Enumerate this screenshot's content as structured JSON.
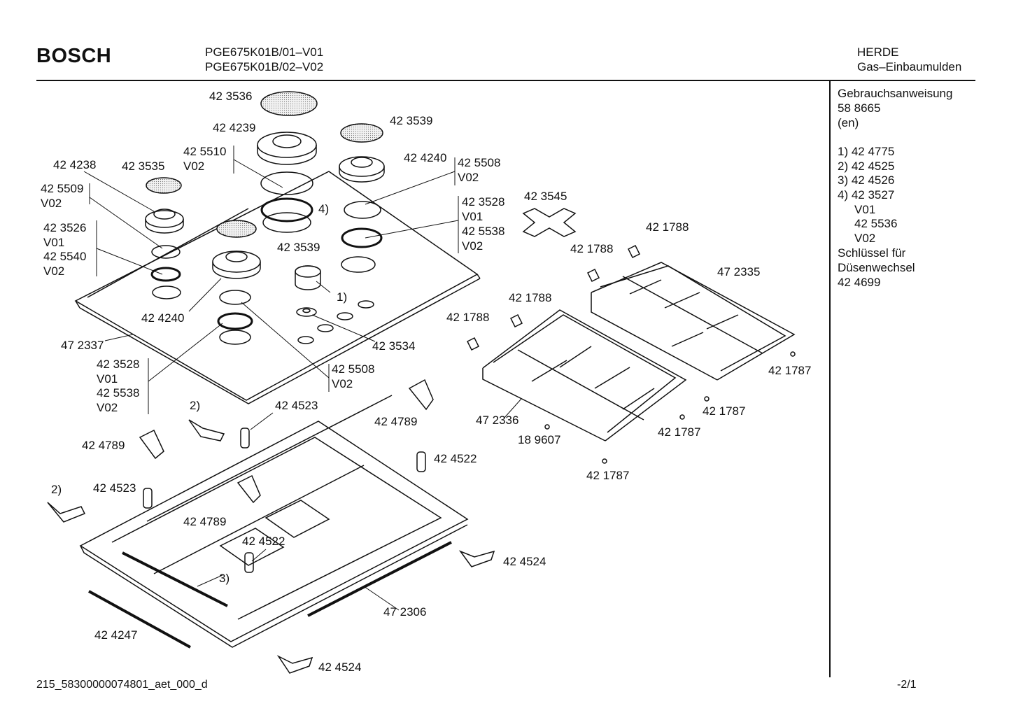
{
  "header": {
    "brand": "BOSCH",
    "models": [
      "PGE675K01B/01–V01",
      "PGE675K01B/02–V02"
    ],
    "category": [
      "HERDE",
      "Gas–Einbaumulden"
    ]
  },
  "side_panel": {
    "manual_lines": [
      "Gebrauchsanweisung",
      "58 8665",
      "(en)"
    ],
    "notes": [
      "1) 42 4775",
      "2) 42 4525",
      "3) 42 4526",
      "4) 42 3527",
      "V01",
      "42 5536",
      "V02"
    ],
    "key_lines": [
      "Schlüssel für",
      "Düsenwechsel",
      "42 4699"
    ]
  },
  "footer": {
    "doc_id": "215_58300000074801_aet_000_d",
    "page": "-2/1"
  },
  "callouts": [
    "42 3536",
    "42 4239",
    "42 3539",
    "42 5510",
    "V02",
    "42 4240",
    "42 5508",
    "V02",
    "42 4238",
    "42 3535",
    "42 5509",
    "V02",
    "4)",
    "42 3528",
    "V01",
    "42 5538",
    "V02",
    "42 3545",
    "42 3526",
    "V01",
    "42 5540",
    "V02",
    "42 3539",
    "42 1788",
    "42 1788",
    "47 2335",
    "42 4240",
    "1)",
    "42 1788",
    "42 1788",
    "47 2337",
    "42 3534",
    "42 1787",
    "42 3528",
    "V01",
    "42 5538",
    "V02",
    "42 5508",
    "V02",
    "2)",
    "42 4523",
    "42 4789",
    "47 2336",
    "42 1787",
    "42 1787",
    "42 4789",
    "42 4522",
    "18 9607",
    "42 1787",
    "2)",
    "42 4523",
    "42 4789",
    "42 4522",
    "42 4524",
    "3)",
    "47 2306",
    "42 4247",
    "42 4524"
  ]
}
